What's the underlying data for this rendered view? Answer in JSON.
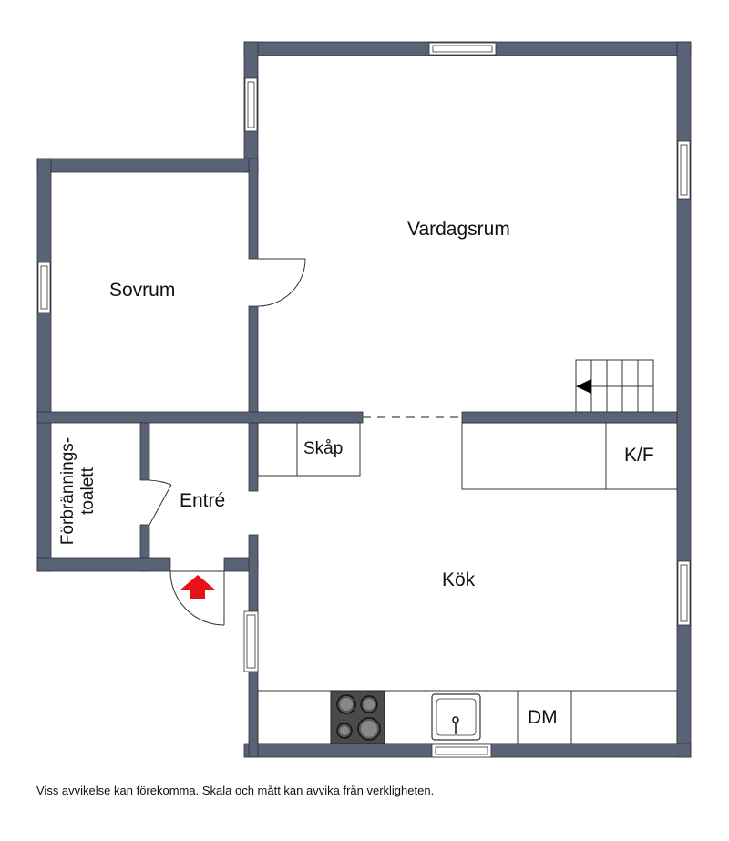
{
  "rooms": {
    "vardagsrum": "Vardagsrum",
    "sovrum": "Sovrum",
    "toalett_line1": "Förbrännings-",
    "toalett_line2": "toalett",
    "entre": "Entré",
    "kok": "Kök",
    "skap": "Skåp",
    "kf": "K/F",
    "dm": "DM"
  },
  "disclaimer": "Viss avvikelse kan förekomma. Skala och mått kan avvika från verkligheten.",
  "colors": {
    "wall": "#5a6275",
    "entrance_arrow": "#e8111b",
    "stove": "#4a4a4a"
  },
  "icons": [
    "entrance-arrow-icon",
    "stairs-icon",
    "stove-icon",
    "sink-icon",
    "window-icon",
    "door-swing-icon"
  ]
}
